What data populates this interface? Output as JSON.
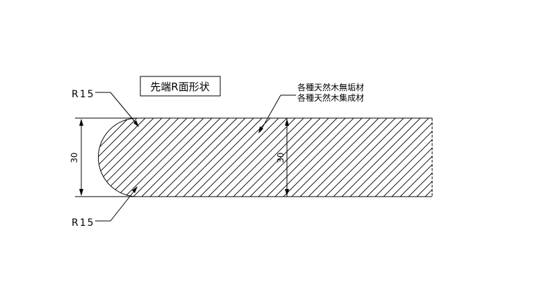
{
  "title_box": {
    "label": "先端R面形状"
  },
  "material": {
    "line1": "各種天然木無垢材",
    "line2": "各種天然木集成材"
  },
  "dimensions": {
    "radius_top": "R15",
    "radius_bottom": "R15",
    "thickness_left": "30",
    "thickness_right": "30"
  }
}
